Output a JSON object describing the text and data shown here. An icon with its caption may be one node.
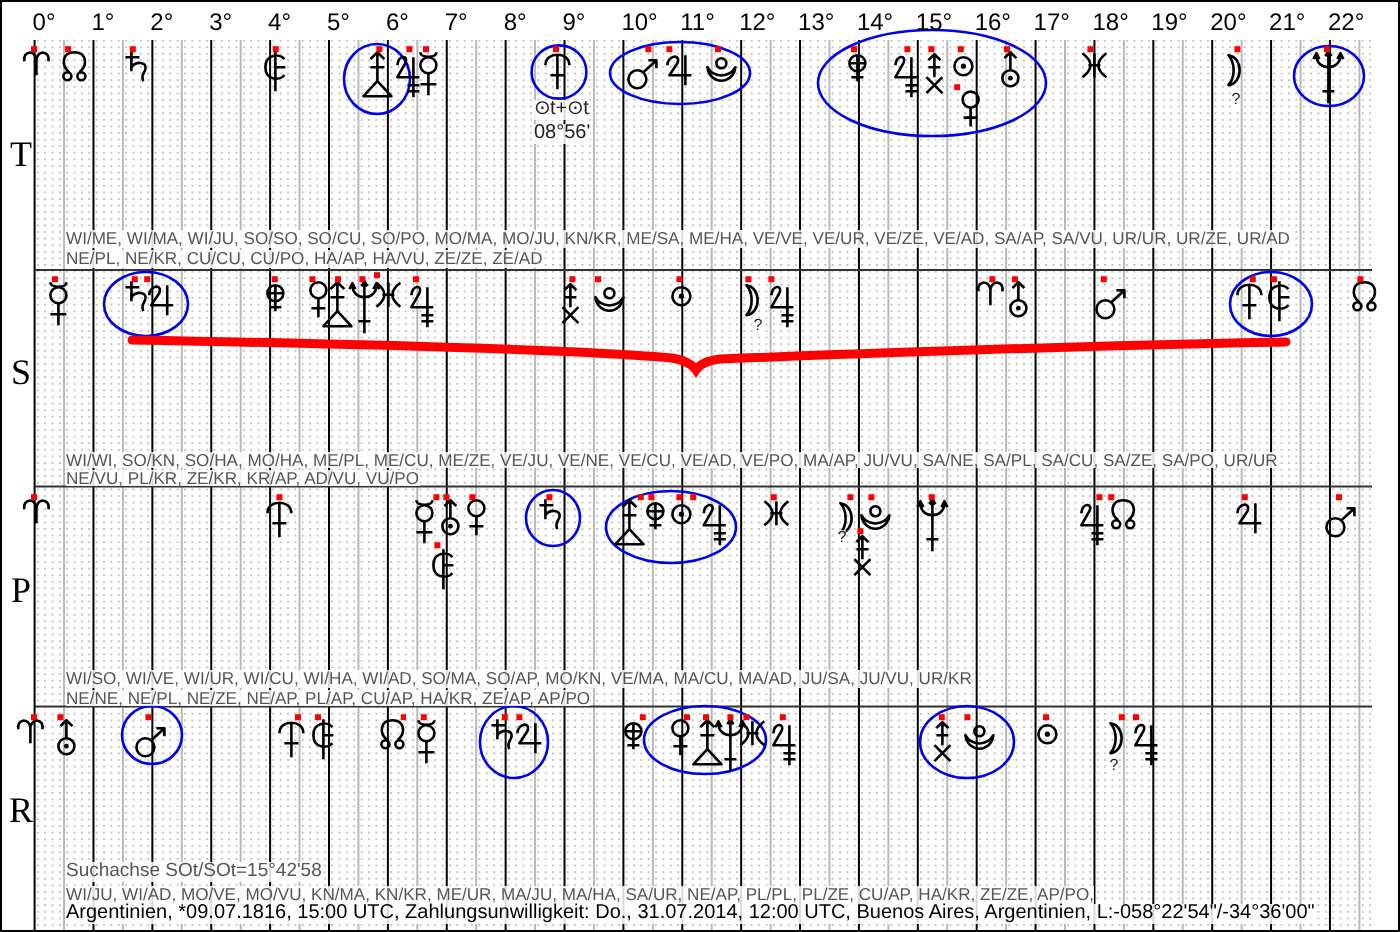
{
  "diagram": {
    "labels": [
      "0°",
      "1°",
      "2°",
      "3°",
      "4°",
      "5°",
      "6°",
      "7°",
      "8°",
      "9°",
      "10°",
      "11°",
      "12°",
      "13°",
      "14°",
      "15°",
      "16°",
      "17°",
      "18°",
      "19°",
      "20°",
      "21°",
      "22°",
      "T",
      "⊙t+⊙t",
      "08°56'",
      "?",
      "WI/ME, WI/MA, WI/JU, SO/SO, SO/CU, SO/PO, MO/MA, MO/JU, KN/KR, ME/SA, ME/HA, VE/VE, VE/UR, VE/ZE, VE/AD, SA/AP, SA/VU, UR/UR, UR/ZE, UR/AD",
      "NE/PL, NE/KR, CU/CU, CU/PO, HA/AP, HA/VU, ZE/ZE, ZE/AD",
      "S",
      "?",
      "WI/WI, SO/KN, SO/HA, MO/HA, ME/PL, ME/CU, ME/ZE, VE/JU, VE/NE, VE/CU, VE/AD, VE/PO, MA/AP, JU/VU, SA/NE, SA/PL, SA/CU, SA/ZE, SA/PO, UR/UR",
      "NE/VU, PL/KR, ZE/KR, KR/AP, AD/VU, VU/PO",
      "P",
      "?",
      "WI/SO, WI/VE, WI/UR, WI/CU, WI/HA, WI/AD, SO/MA, SO/AP, MO/KN, VE/MA, MA/CU, MA/AD, JU/SA, JU/VU, UR/KR",
      "NE/NE, NE/PL, NE/ZE, NE/AP, PL/AP, CU/AP, HA/KR, ZE/AP, AP/PO",
      "R",
      "?",
      "Suchachse SOt/SOt=15°42'58",
      "WI/JU, WI/AD, MO/VE, MO/VU, KN/MA, KN/KR, ME/UR, MA/JU, MA/HA, SA/UR, NE/AP, PL/PL, PL/ZE, CU/AP, HA/KR, ZE/ZE, AP/PO,",
      "Argentinien, *09.07.1816, 15:00 UTC, Zahlungsunwilligkeit: Do., 31.07.2014, 12:00 UTC, Buenos Aires, Argentinien, L:-058°22'54\"/-34°36'00\""
    ]
  }
}
